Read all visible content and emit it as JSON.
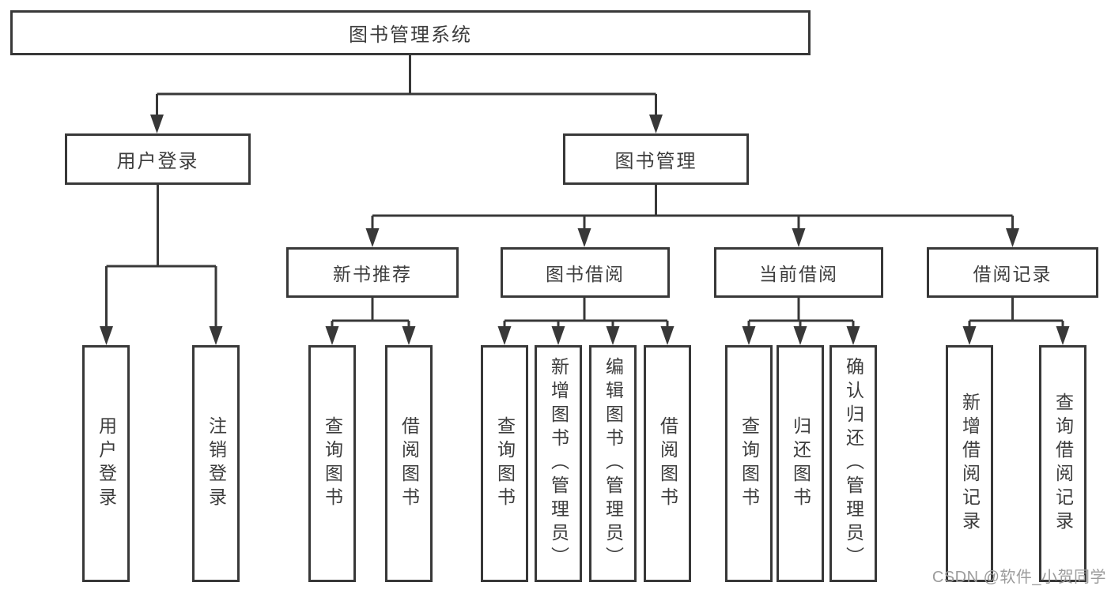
{
  "diagram": {
    "root": {
      "label": "图书管理系统"
    },
    "level2": [
      {
        "label": "用户登录"
      },
      {
        "label": "图书管理"
      }
    ],
    "level3": [
      {
        "label": "新书推荐"
      },
      {
        "label": "图书借阅"
      },
      {
        "label": "当前借阅"
      },
      {
        "label": "借阅记录"
      }
    ],
    "leaves": {
      "user_login": [
        "用户登录",
        "注销登录"
      ],
      "new_book_recommend": [
        "查询图书",
        "借阅图书"
      ],
      "book_borrow": [
        "查询图书",
        "新增图书（管理员）",
        "编辑图书（管理员）",
        "借阅图书"
      ],
      "current_borrow": [
        "查询图书",
        "归还图书",
        "确认归还（管理员）"
      ],
      "borrow_records": [
        "新增借阅记录",
        "查询借阅记录"
      ]
    }
  },
  "watermark": {
    "text": "CSDN @软件_小贺同学"
  },
  "colors": {
    "line": "#383838",
    "text": "#3d3d3d",
    "background": "#ffffff",
    "watermark": "#9c9c9c"
  }
}
